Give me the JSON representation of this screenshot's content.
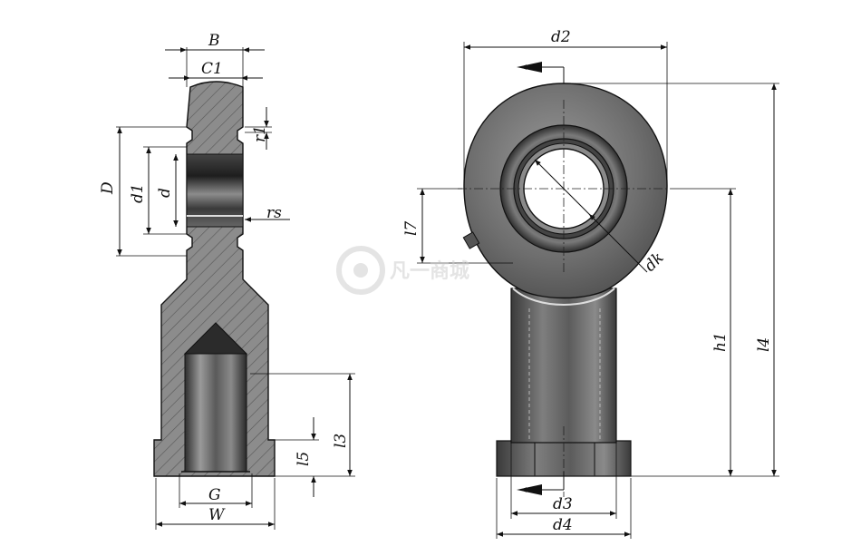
{
  "dimensions": {
    "B": "B",
    "C1": "C1",
    "r1": "r1",
    "D": "D",
    "d1": "d1",
    "d": "d",
    "rs": "rs",
    "l3": "l3",
    "l5": "l5",
    "G": "G",
    "W": "W",
    "d2": "d2",
    "l7": "l7",
    "dk": "dk",
    "h1": "h1",
    "l4": "l4",
    "d3": "d3",
    "d4": "d4"
  },
  "watermark": {
    "text": "凡一商城"
  },
  "colors": {
    "line": "#111111",
    "steel_dark": "#3a3a3a",
    "steel_mid": "#777777",
    "section_fill": "#8a8a8a"
  }
}
